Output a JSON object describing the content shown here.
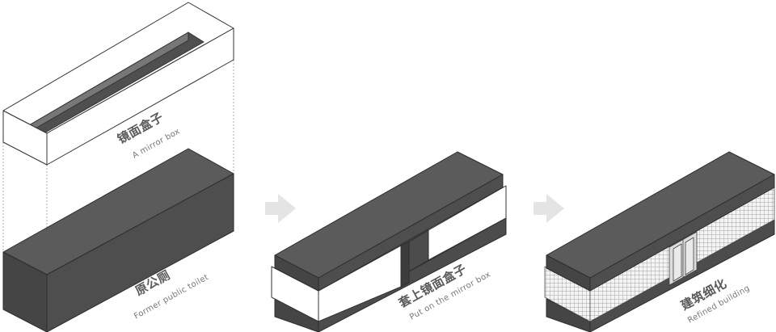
{
  "labels": {
    "mirror_box_zh": "镜面盒子",
    "mirror_box_en": "A mirror box",
    "former_toilet_zh": "原公厕",
    "former_toilet_en": "Former public toilet",
    "put_on_zh": "套上镜面盒子",
    "put_on_en": "Put on the mirror box",
    "refined_zh": "建筑细化",
    "refined_en": "Refined building"
  },
  "colors": {
    "dark_face": "#4f4f4f",
    "dark_top": "#5d5d5d",
    "dark_side": "#424242",
    "white_face": "#ffffff",
    "outline": "#333333",
    "arrow": "#e6e6e6",
    "grid_face": "#f2f2f2"
  },
  "icons": [
    "right-arrow-icon",
    "right-arrow-icon"
  ]
}
